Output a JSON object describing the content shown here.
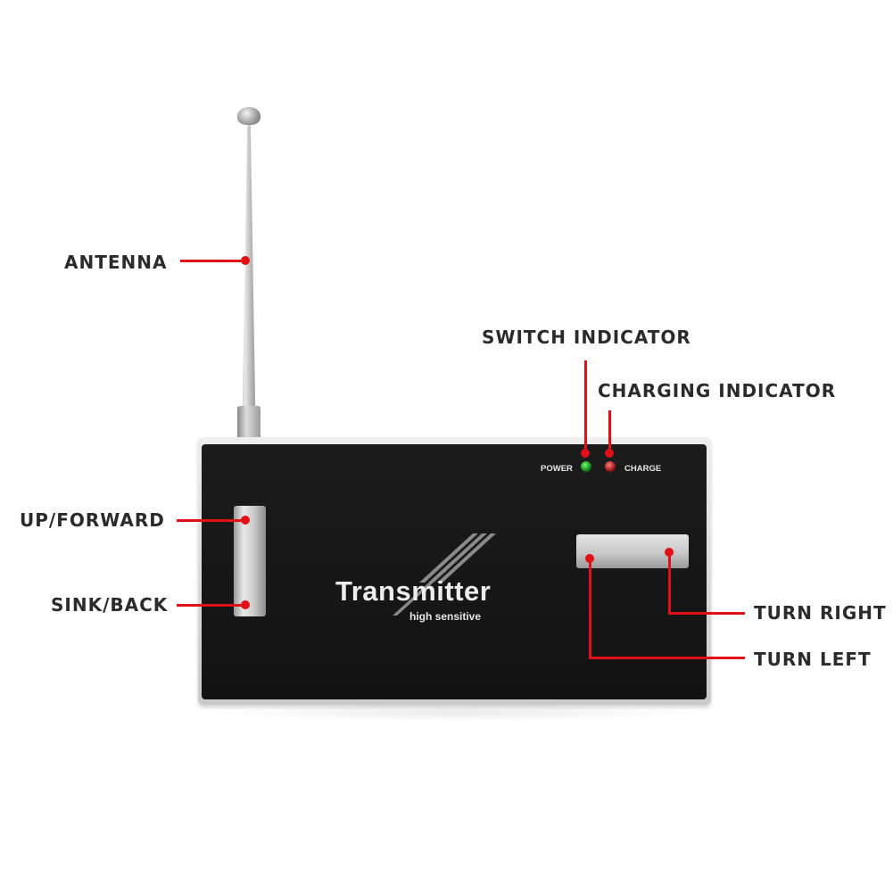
{
  "labels": {
    "antenna": "ANTENNA",
    "switch_indicator": "SWITCH INDICATOR",
    "charging_indicator": "CHARGING INDICATOR",
    "up_forward": "UP/FORWARD",
    "sink_back": "SINK/BACK",
    "turn_right": "TURN RIGHT",
    "turn_left": "TURN LEFT"
  },
  "device": {
    "power_label": "POWER",
    "charge_label": "CHARGE",
    "brand_name": "Transmitter",
    "brand_tagline": "high sensitive"
  },
  "colors": {
    "callout": "#e10f16",
    "label_text": "#2b2b2b",
    "device_face": "#161616",
    "power_led": "#1fb52a",
    "charge_led": "#c21414"
  }
}
